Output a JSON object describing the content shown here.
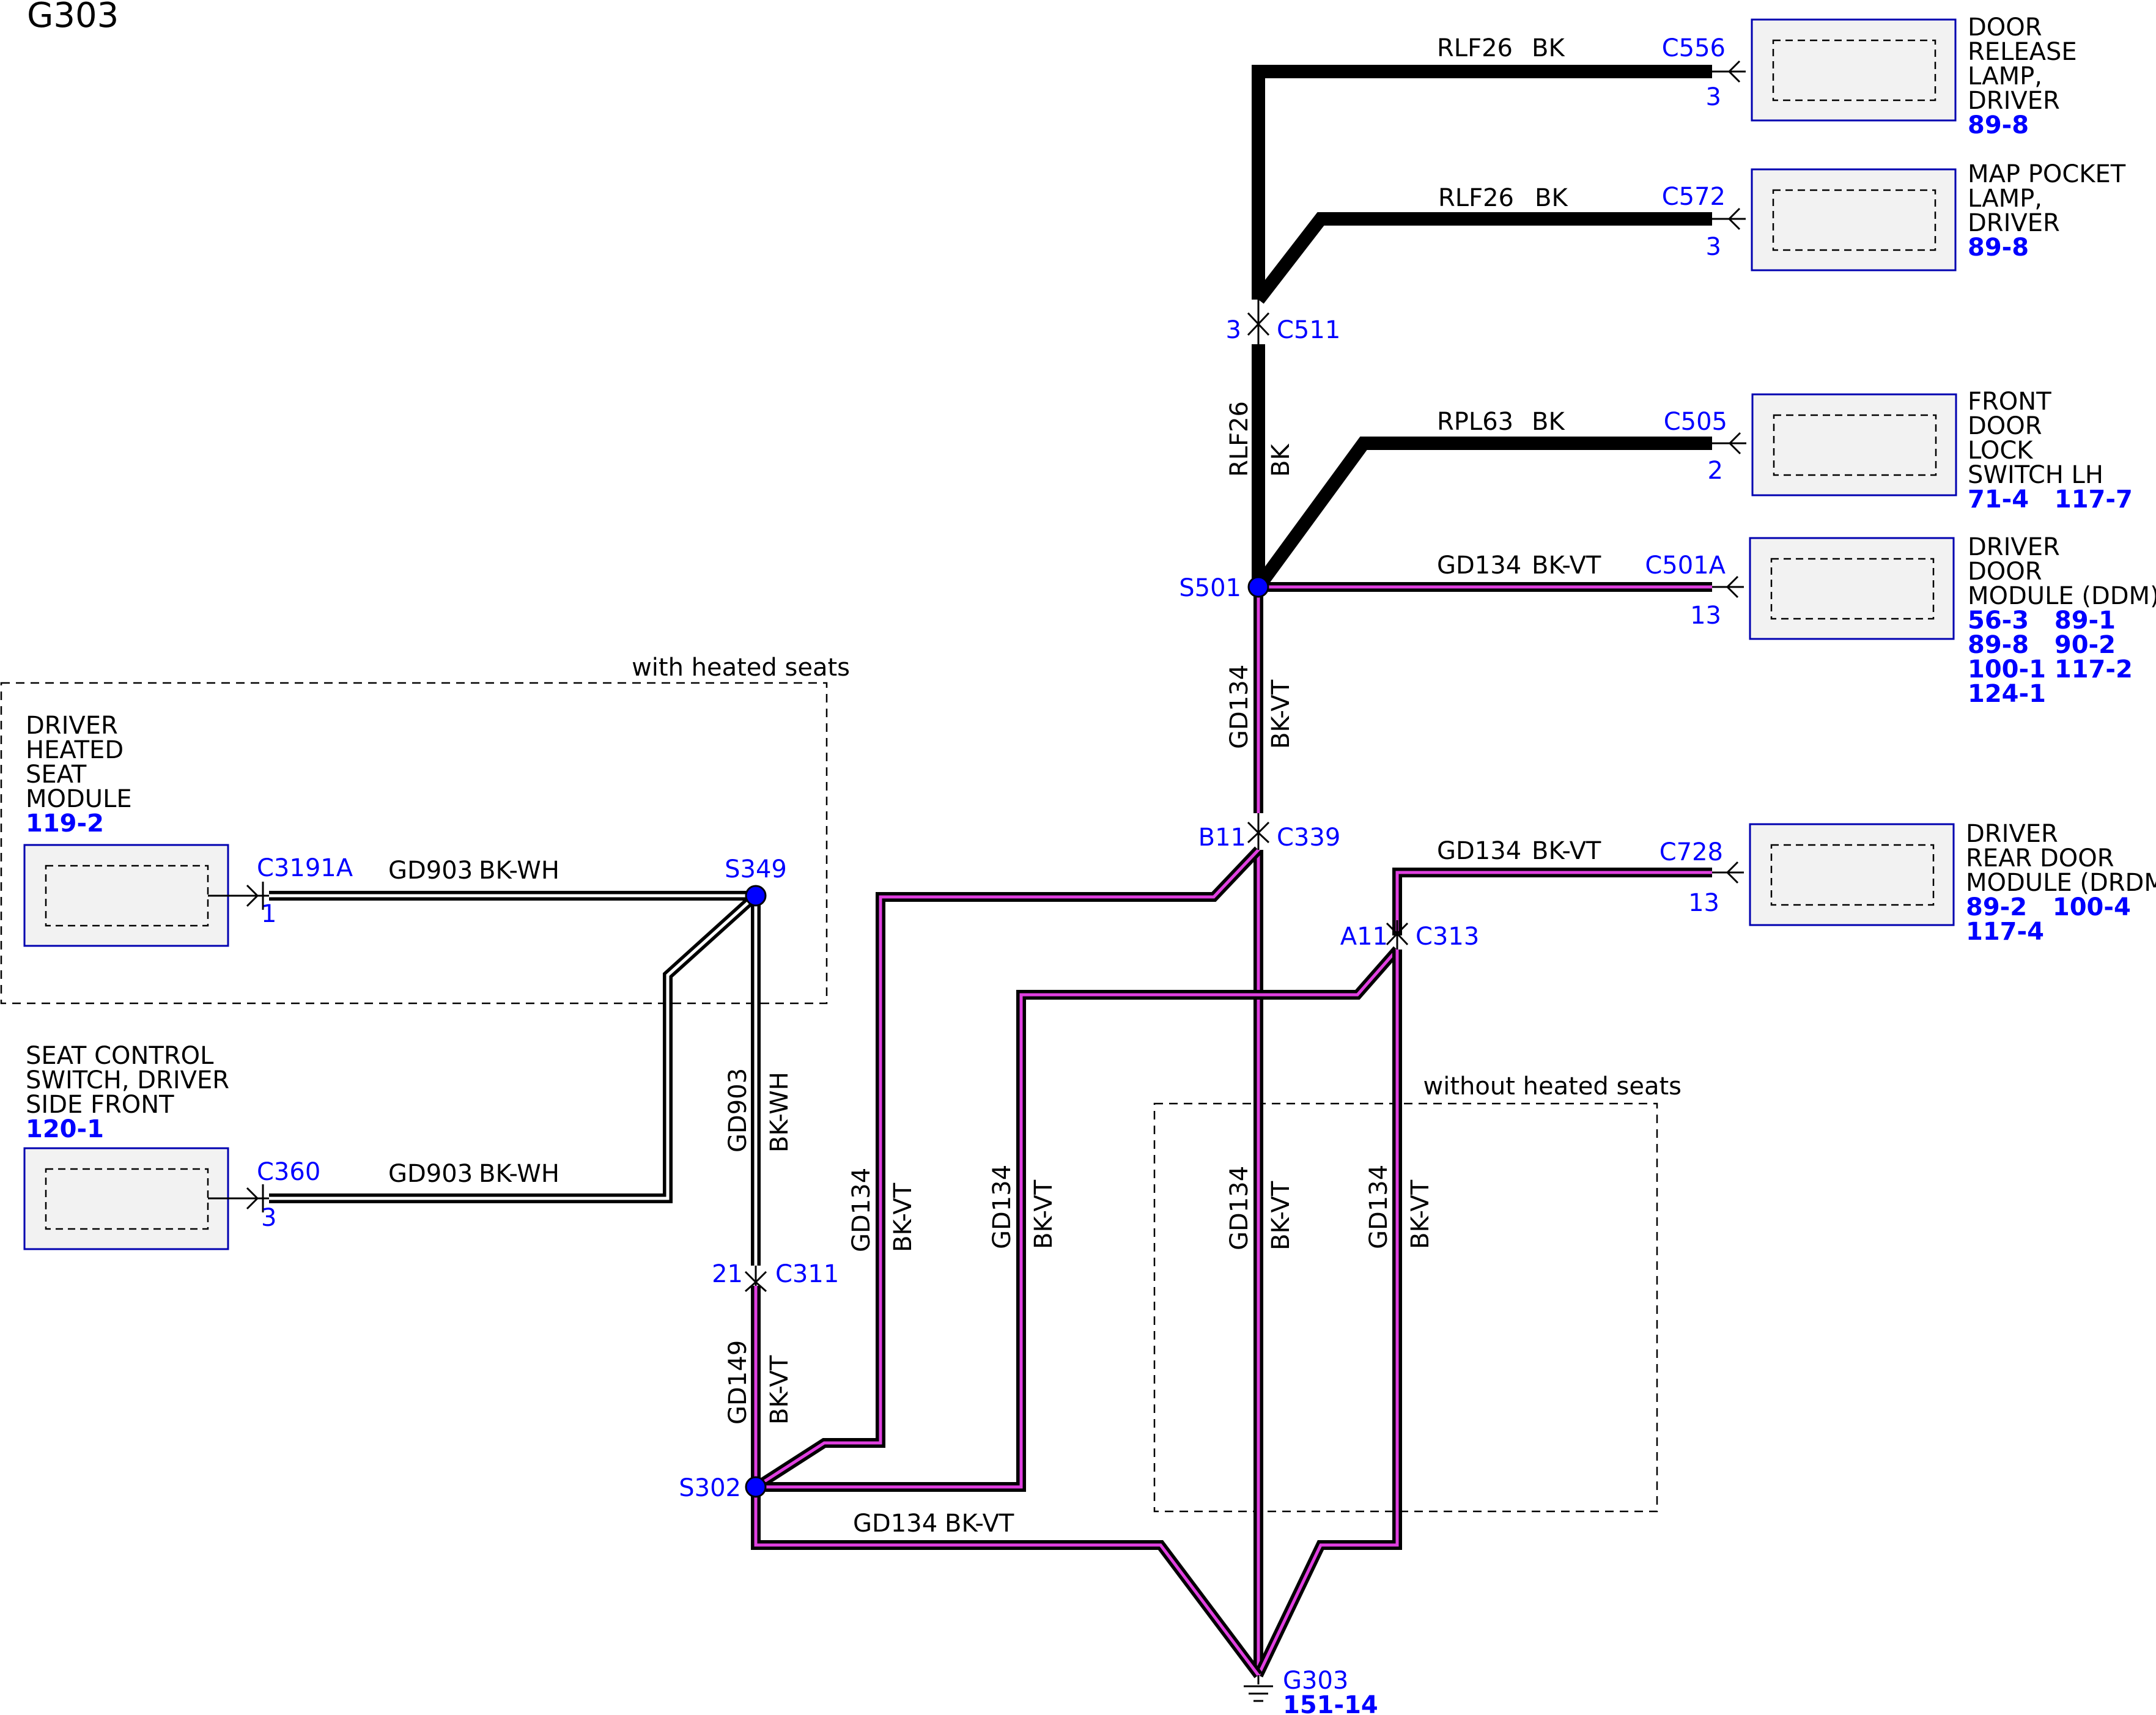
{
  "title": "G303",
  "regions": {
    "heated": "with heated seats",
    "unheated": "without heated seats"
  },
  "components": {
    "door_release": {
      "lines": [
        "DOOR",
        "RELEASE",
        "LAMP,",
        "DRIVER"
      ],
      "refs": [
        "89-8"
      ]
    },
    "map_pocket": {
      "lines": [
        "MAP POCKET",
        "LAMP,",
        "DRIVER"
      ],
      "refs": [
        "89-8"
      ]
    },
    "front_lock": {
      "lines": [
        "FRONT",
        "DOOR",
        "LOCK",
        "SWITCH LH"
      ],
      "refs": [
        "71-4   117-7"
      ]
    },
    "ddm": {
      "lines": [
        "DRIVER",
        "DOOR",
        "MODULE (DDM)"
      ],
      "refs": [
        "56-3   89-1",
        "89-8   90-2",
        "100-1 117-2",
        "124-1"
      ]
    },
    "drdm": {
      "lines": [
        "DRIVER",
        "REAR DOOR",
        "MODULE (DRDM)"
      ],
      "refs": [
        "89-2   100-4",
        "117-4"
      ]
    },
    "heated_seat": {
      "lines": [
        "DRIVER",
        "HEATED",
        "SEAT",
        "MODULE"
      ],
      "refs": [
        "119-2"
      ]
    },
    "seat_switch": {
      "lines": [
        "SEAT CONTROL",
        "SWITCH, DRIVER",
        "SIDE FRONT"
      ],
      "refs": [
        "120-1"
      ]
    },
    "ground": {
      "name": "G303",
      "ref": "151-14"
    }
  },
  "connectors": {
    "c556": {
      "name": "C556",
      "pin": "3"
    },
    "c572": {
      "name": "C572",
      "pin": "3"
    },
    "c505": {
      "name": "C505",
      "pin": "2"
    },
    "c501a": {
      "name": "C501A",
      "pin": "13"
    },
    "c728": {
      "name": "C728",
      "pin": "13"
    },
    "c3191a": {
      "name": "C3191A",
      "pin": "1"
    },
    "c360": {
      "name": "C360",
      "pin": "3"
    },
    "c511": {
      "name": "C511",
      "pin": "3"
    },
    "c339": {
      "name": "C339",
      "pin": "B11"
    },
    "c313": {
      "name": "C313",
      "pin": "A11"
    },
    "c311": {
      "name": "C311",
      "pin": "21"
    }
  },
  "splices": {
    "s501": "S501",
    "s349": "S349",
    "s302": "S302"
  },
  "wire_labels": {
    "rlf26_top": {
      "circuit": "RLF26",
      "color": "BK"
    },
    "rlf26_mid": {
      "circuit": "RLF26",
      "color": "BK"
    },
    "rpl63": {
      "circuit": "RPL63",
      "color": "BK"
    },
    "gd134_ddm": {
      "circuit": "GD134",
      "color": "BK-VT"
    },
    "gd134_drdm": {
      "circuit": "GD134",
      "color": "BK-VT"
    },
    "rlf26_vert": {
      "circuit": "RLF26",
      "color": "BK"
    },
    "gd134_vert_top": {
      "circuit": "GD134",
      "color": "BK-VT"
    },
    "gd903_heated": {
      "circuit": "GD903",
      "color": "BK-WH"
    },
    "gd903_switch": {
      "circuit": "GD903",
      "color": "BK-WH"
    },
    "gd903_vert": {
      "circuit": "GD903",
      "color": "BK-WH"
    },
    "gd149_vert": {
      "circuit": "GD149",
      "color": "BK-VT"
    },
    "gd134_v1": {
      "circuit": "GD134",
      "color": "BK-VT"
    },
    "gd134_v2": {
      "circuit": "GD134",
      "color": "BK-VT"
    },
    "gd134_v3": {
      "circuit": "GD134",
      "color": "BK-VT"
    },
    "gd134_v4": {
      "circuit": "GD134",
      "color": "BK-VT"
    },
    "gd134_bottom": {
      "circuit": "GD134",
      "color": "BK-VT"
    }
  },
  "colors": {
    "wire": "#000000",
    "tracer_vt": "#e040e0",
    "tracer_wh": "#ffffff",
    "accent": "#0000ff"
  }
}
